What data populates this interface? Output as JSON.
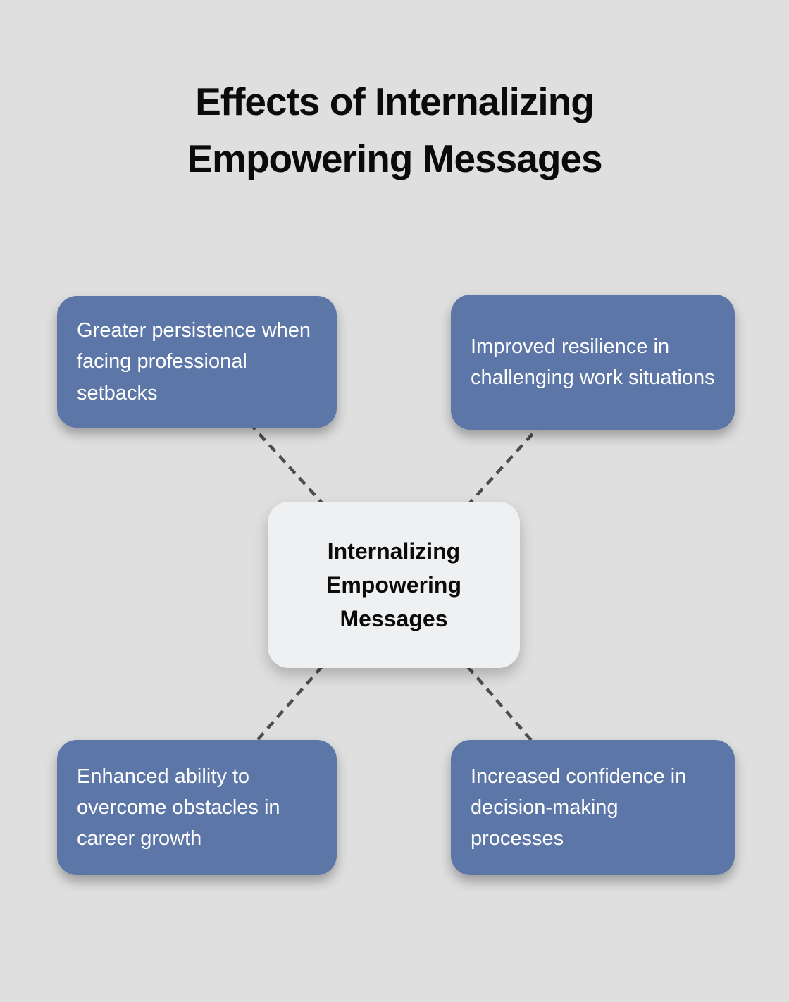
{
  "title": "Effects of Internalizing Empowering Messages",
  "center_node": {
    "label": "Internalizing Empowering Messages"
  },
  "nodes": {
    "top_left": {
      "label": "Greater persistence when facing professional setbacks"
    },
    "top_right": {
      "label": "Improved resilience in challenging work situations"
    },
    "bottom_left": {
      "label": "Enhanced ability to overcome obstacles in career growth"
    },
    "bottom_right": {
      "label": "Increased confidence in decision-making processes"
    }
  },
  "colors": {
    "background": "#DEDFDE",
    "node_fill": "#5C76A8",
    "node_text": "#FFFFFF",
    "center_fill": "#EFF0F1",
    "center_text": "#0B0B0B",
    "connector": "#4E4E4E",
    "title_text": "#0B0B0B"
  }
}
